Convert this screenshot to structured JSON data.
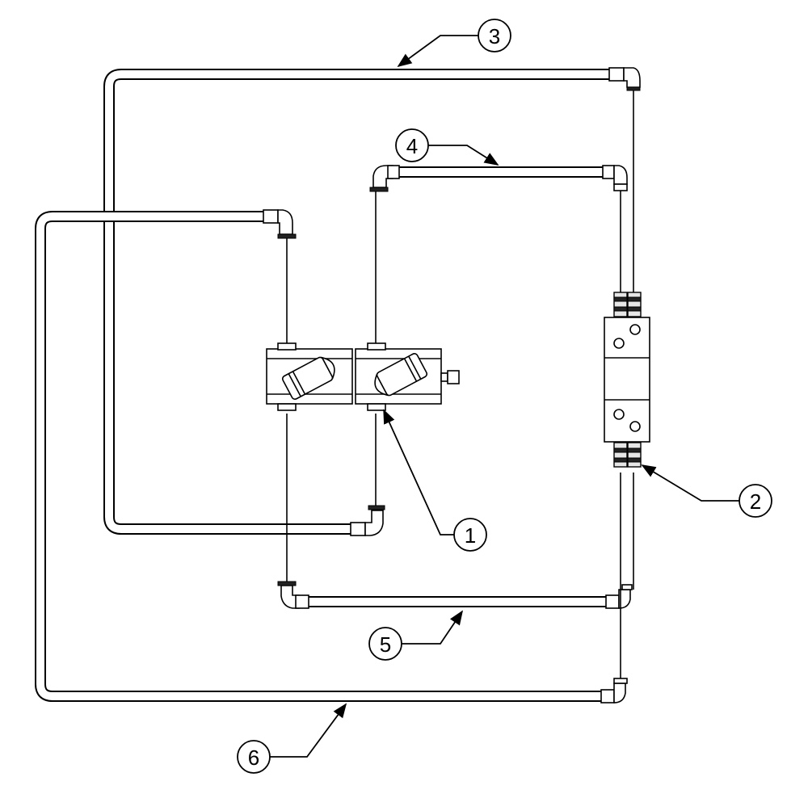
{
  "callouts": [
    {
      "id": "1",
      "label": "1"
    },
    {
      "id": "2",
      "label": "2"
    },
    {
      "id": "3",
      "label": "3"
    },
    {
      "id": "4",
      "label": "4"
    },
    {
      "id": "5",
      "label": "5"
    },
    {
      "id": "6",
      "label": "6"
    }
  ],
  "colors": {
    "line": "#000000",
    "background": "#ffffff",
    "shade": "#e6e6e6"
  }
}
